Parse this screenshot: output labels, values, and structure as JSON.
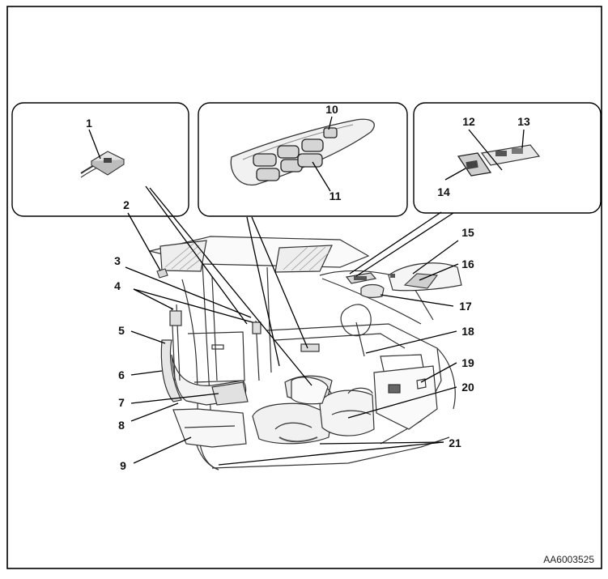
{
  "diagram": {
    "callouts": [
      "1",
      "2",
      "3",
      "4",
      "5",
      "6",
      "7",
      "8",
      "9",
      "10",
      "11",
      "12",
      "13",
      "14",
      "15",
      "16",
      "17",
      "18",
      "19",
      "20",
      "21"
    ],
    "figure_code": "AA6003525"
  }
}
